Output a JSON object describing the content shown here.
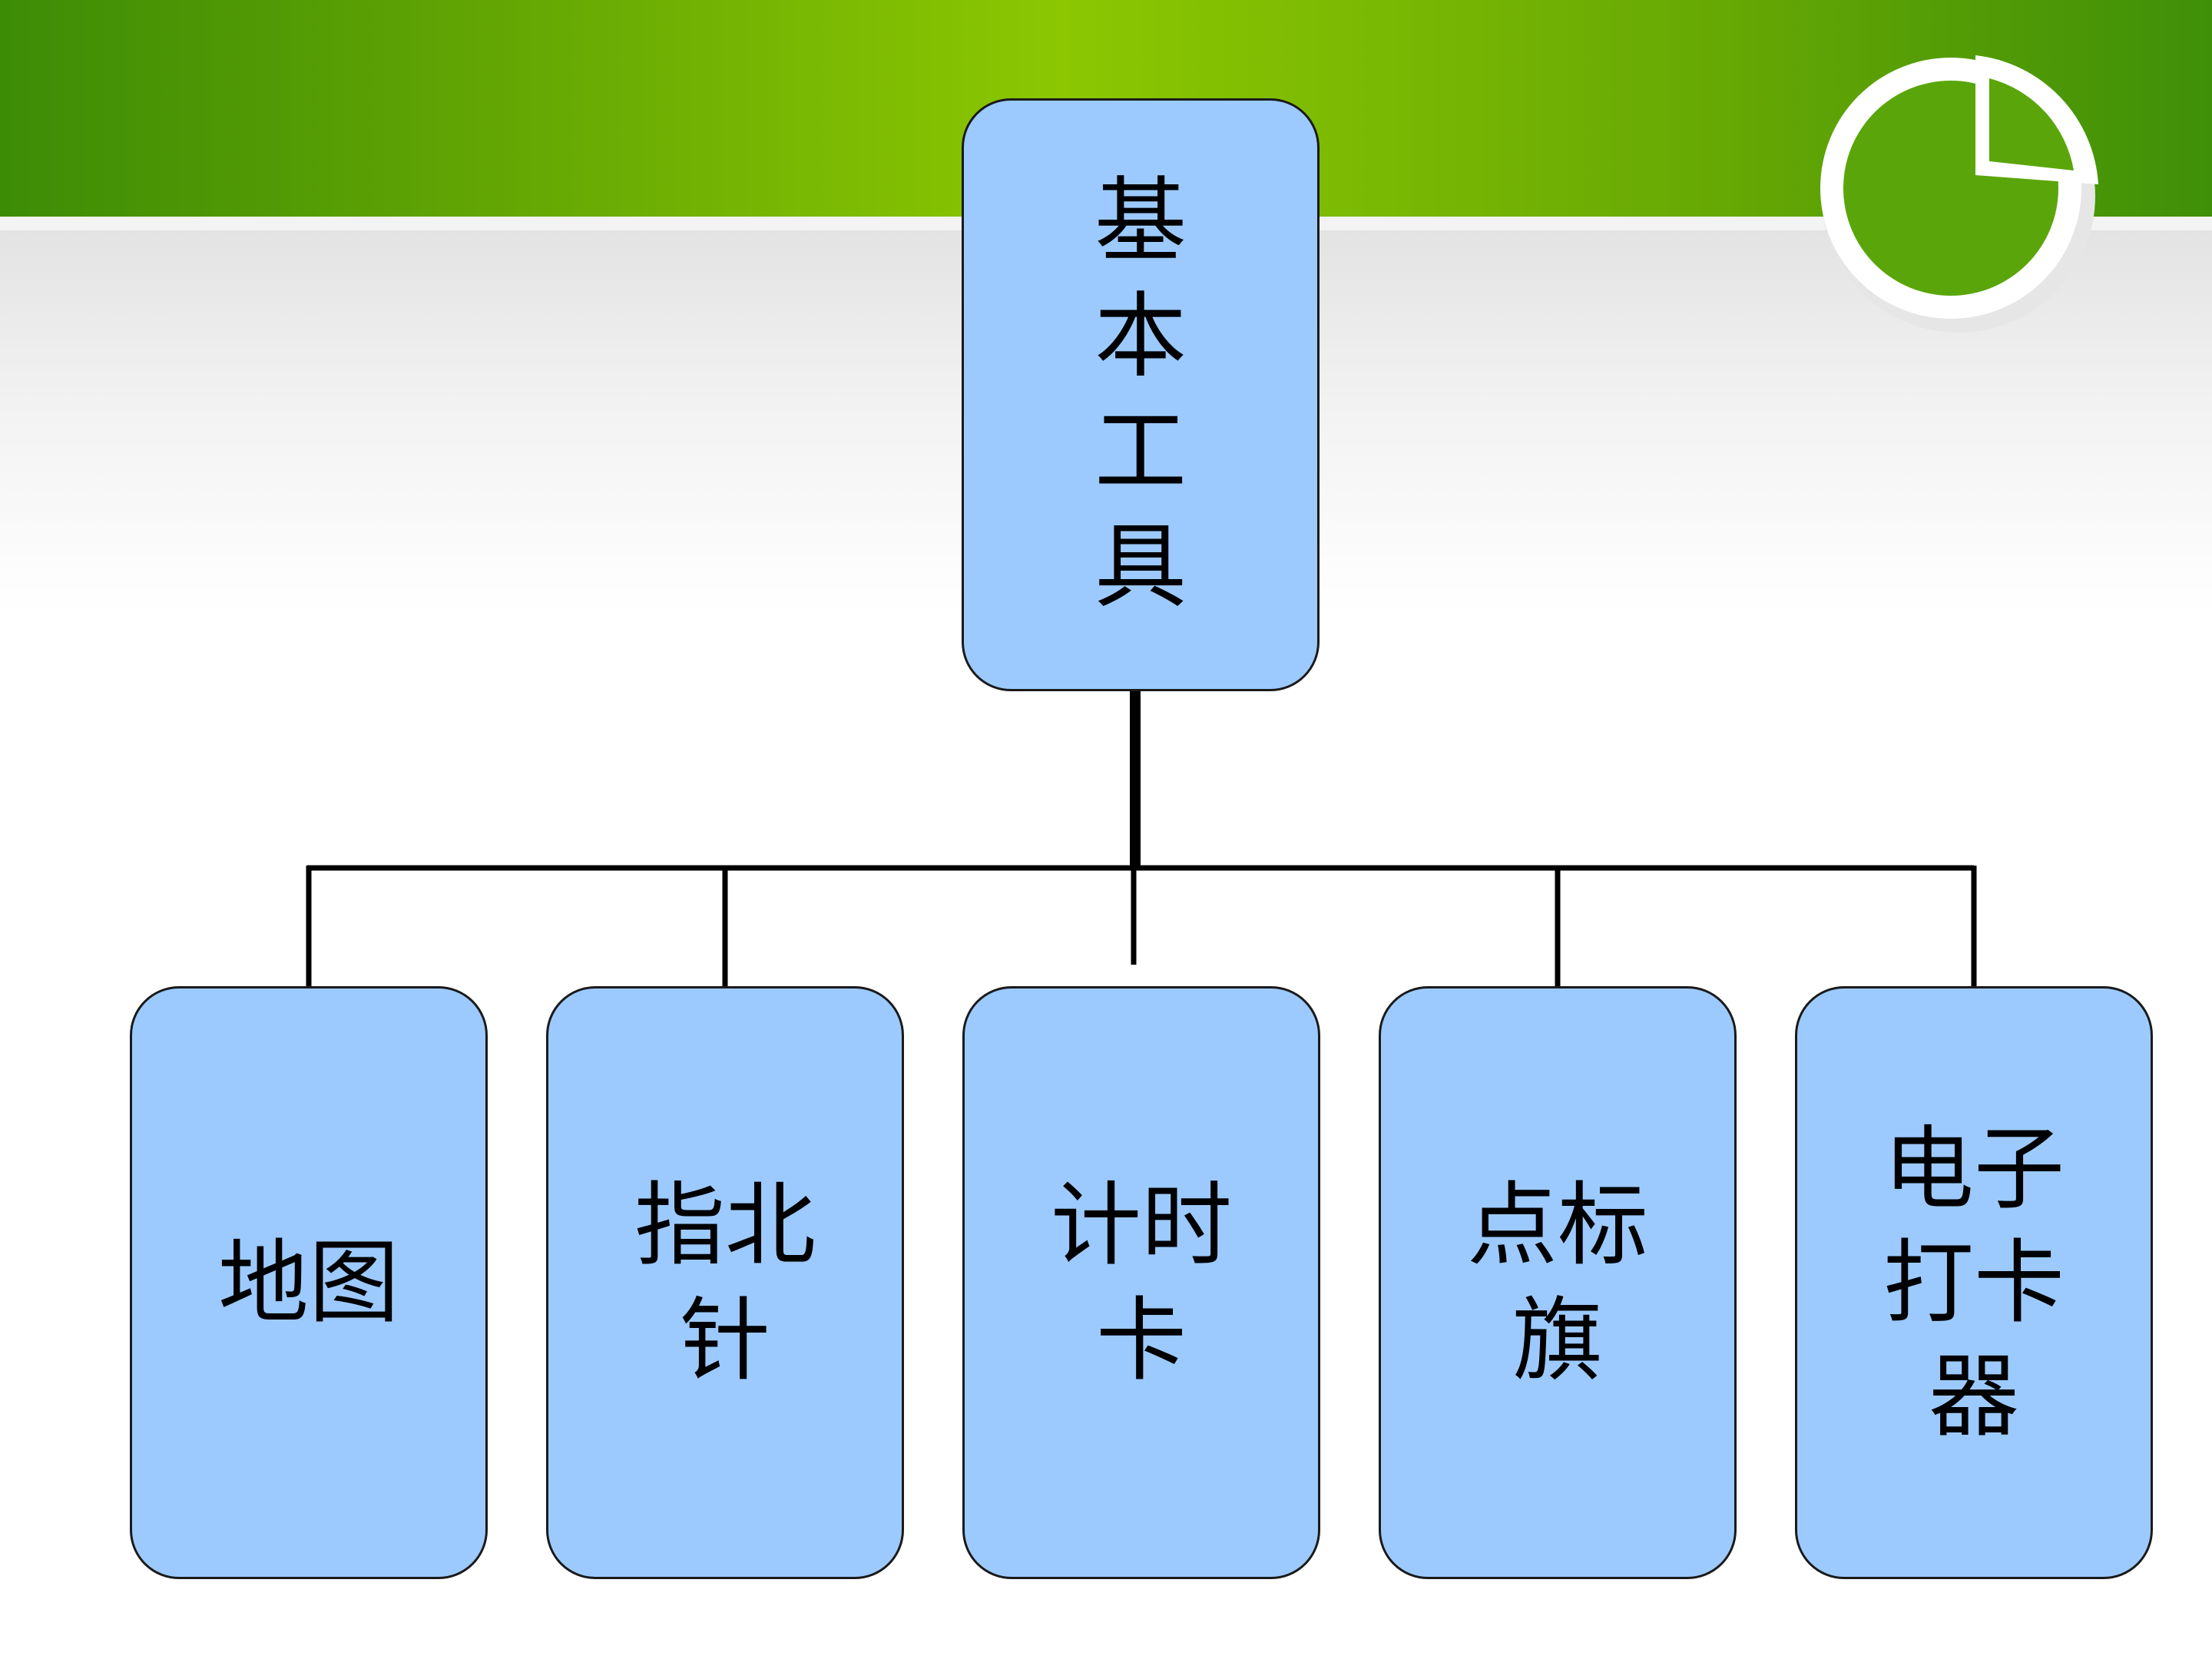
{
  "diagram": {
    "root": {
      "label": "基\n本\n工\n具"
    },
    "children": [
      {
        "label": "地图"
      },
      {
        "label": "指北\n针"
      },
      {
        "label": "计时\n卡"
      },
      {
        "label": "点标\n旗"
      },
      {
        "label": "电子\n打卡\n器"
      }
    ]
  },
  "colors": {
    "node_fill": "#9ccaff",
    "node_border": "#1a1a1a",
    "banner_green": "#8cc702",
    "logo_green": "#5aa60a"
  },
  "icons": {
    "logo": "pie-chart-logo-icon"
  }
}
